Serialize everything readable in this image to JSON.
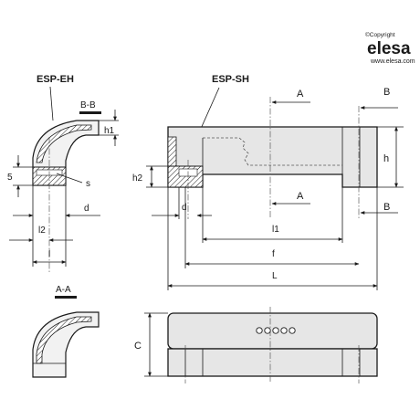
{
  "brand": {
    "copyright": "©Copyright",
    "logo_text": "elesa",
    "website": "www.elesa.com"
  },
  "views": {
    "esp_eh": "ESP-EH",
    "esp_sh": "ESP-SH",
    "section_bb": "B-B",
    "section_aa": "A-A"
  },
  "section_markers": {
    "a": "A",
    "b": "B"
  },
  "dimensions": {
    "h1": "h1",
    "h2": "h2",
    "h": "h",
    "five": "5",
    "s": "s",
    "d": "d",
    "l2": "l2",
    "l": "l",
    "l1": "l1",
    "f": "f",
    "L": "L",
    "C": "C"
  },
  "colors": {
    "line": "#1a1a1a",
    "fill": "#e6e6e6",
    "brand": "#8c8c8c"
  }
}
